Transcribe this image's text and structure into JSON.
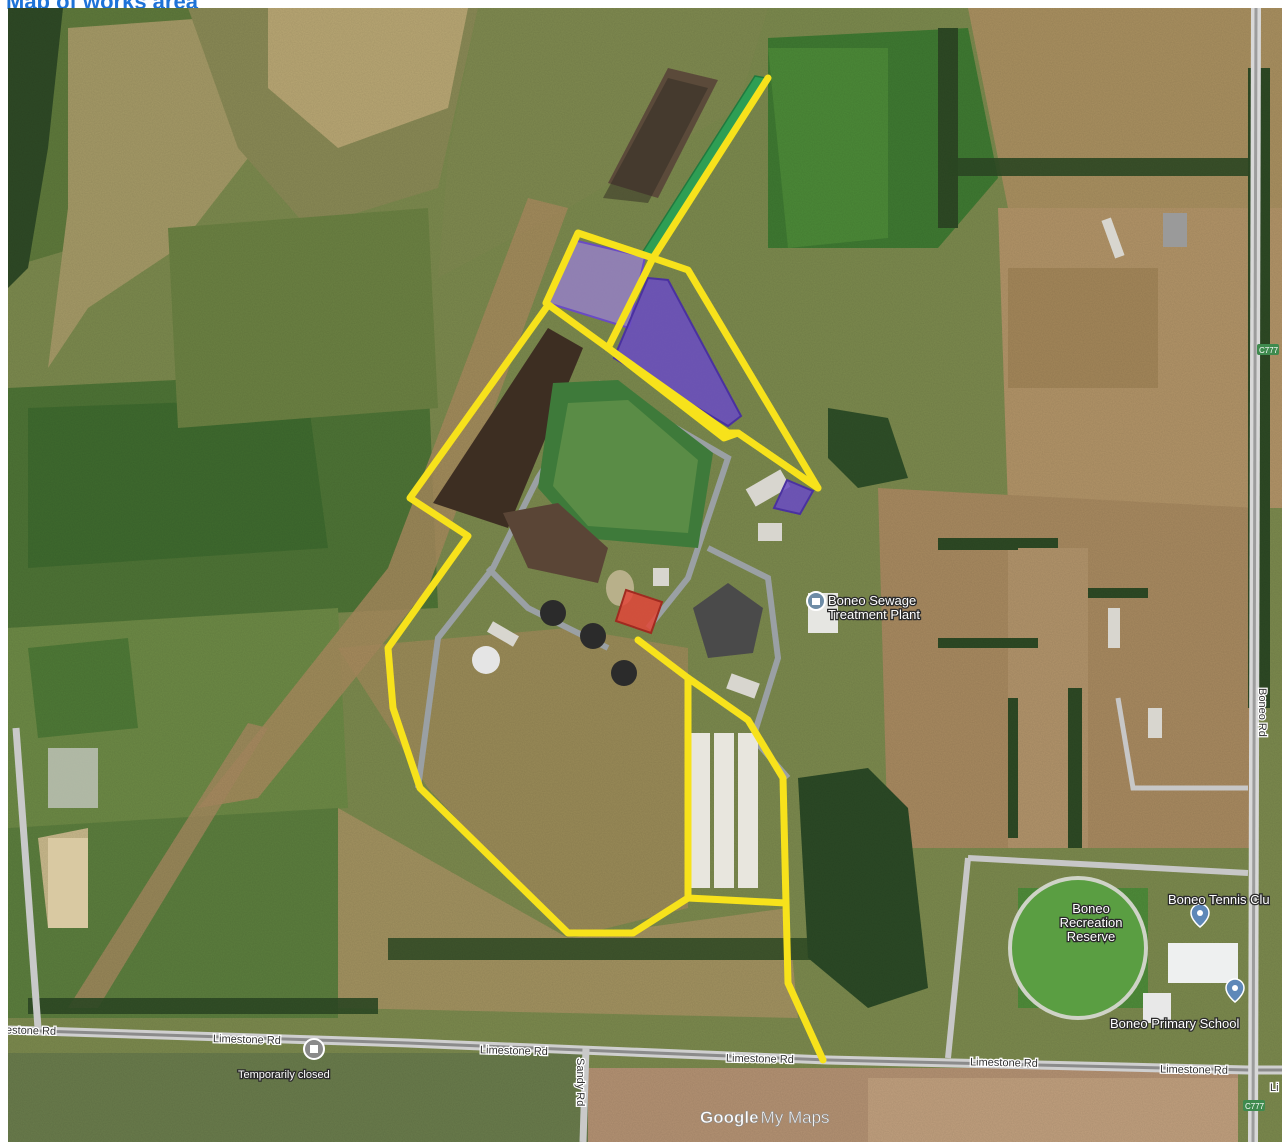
{
  "title": "Map of works area",
  "places": {
    "sewage_plant": [
      "Boneo Sewage",
      "Treatment Plant"
    ],
    "recreation_reserve": [
      "Boneo",
      "Recreation",
      "Reserve"
    ],
    "tennis_club": "Boneo Tennis Clu",
    "primary_school": "Boneo Primary School",
    "temporarily_closed": "Temporarily closed"
  },
  "roads": {
    "limestone_1": "estone Rd",
    "limestone_2": "Limestone Rd",
    "limestone_3": "Limestone Rd",
    "limestone_4": "Limestone Rd",
    "limestone_5": "Limestone Rd",
    "limestone_6": "Limestone Rd",
    "boneo": "Boneo Rd",
    "sandy": "Sandy Rd",
    "li": "Li"
  },
  "highway_badges": {
    "top": "C777",
    "bottom": "C777"
  },
  "branding": {
    "google": "Google",
    "mymaps": "My Maps"
  },
  "colors": {
    "boundary": "#f7e21b",
    "purple_zone": "#6a4bc4",
    "purple_zone_light": "#9a7fd6",
    "red_zone": "#e0463a",
    "green_zone": "#2e9e54",
    "title": "#1e73d8"
  },
  "icons": {
    "plant_marker": "building-pin-icon",
    "tennis_marker": "location-pin-icon",
    "school_marker": "location-pin-icon",
    "closed_marker": "closed-pin-icon"
  }
}
